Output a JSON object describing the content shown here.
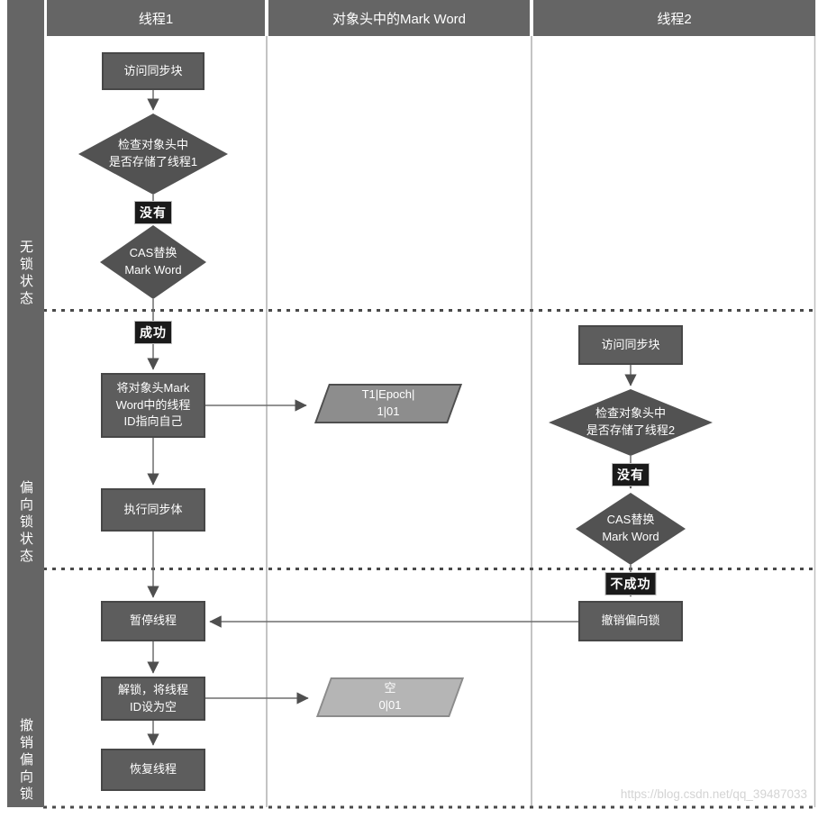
{
  "header": {
    "col1": "线程1",
    "col2": "对象头中的Mark Word",
    "col3": "线程2"
  },
  "sidebar": {
    "section1": "无锁状态",
    "section2": "偏向锁状态",
    "section3": "撤销偏向锁"
  },
  "nodes": {
    "t1_access": {
      "label": "访问同步块"
    },
    "t1_check": {
      "label": "检查对象头中\n是否存储了线程1"
    },
    "t1_cas": {
      "label": "CAS替换\nMark Word"
    },
    "t1_set_id": {
      "label": "将对象头Mark\nWord中的线程\nID指向自己"
    },
    "t1_exec": {
      "label": "执行同步体"
    },
    "t1_pause": {
      "label": "暂停线程"
    },
    "t1_unlock": {
      "label": "解锁，将线程\nID设为空"
    },
    "t1_resume": {
      "label": "恢复线程"
    },
    "mw_biased": {
      "label": "T1|Epoch|\n1|01"
    },
    "mw_empty": {
      "label": "空\n0|01"
    },
    "t2_access": {
      "label": "访问同步块"
    },
    "t2_check": {
      "label": "检查对象头中\n是否存储了线程2"
    },
    "t2_cas": {
      "label": "CAS替换\nMark Word"
    },
    "t2_revoke": {
      "label": "撤销偏向锁"
    }
  },
  "badges": {
    "t1_no": "没有",
    "t1_success": "成功",
    "t2_no": "没有",
    "t2_fail": "不成功"
  },
  "watermark": "https://blog.csdn.net/qq_39487033",
  "colors": {
    "lane_header": "#656565",
    "node_fill": "#5d5d5d",
    "diamond_fill": "#525252",
    "badge_bg": "#1a1a1a",
    "parallelogram_biased": "#8d8d8d",
    "parallelogram_empty": "#b5b5b5",
    "connector": "#6e6e6e",
    "dashed_divider": "#4a4a4a"
  }
}
